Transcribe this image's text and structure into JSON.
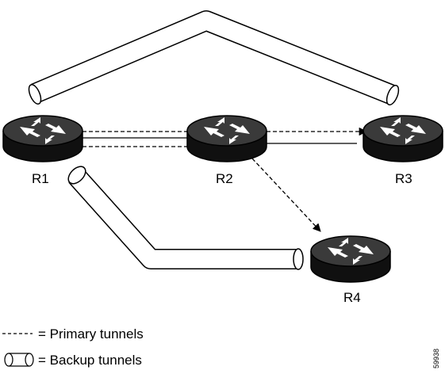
{
  "routers": [
    {
      "id": "r1",
      "label": "R1"
    },
    {
      "id": "r2",
      "label": "R2"
    },
    {
      "id": "r3",
      "label": "R3"
    },
    {
      "id": "r4",
      "label": "R4"
    }
  ],
  "legend": {
    "primary_label": "= Primary tunnels",
    "backup_label": "= Backup tunnels"
  },
  "figure_id": "59938"
}
